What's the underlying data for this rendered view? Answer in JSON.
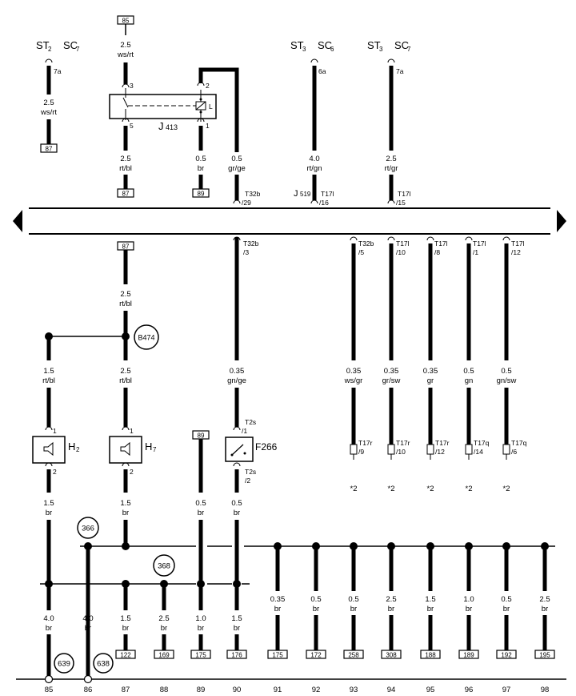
{
  "top_connectors": [
    {
      "id": "st2",
      "st_main": "ST",
      "st_sub": "2",
      "sc_main": "SC",
      "sc_sub": "7",
      "pin": "7a"
    },
    {
      "id": "st3a",
      "st_main": "ST",
      "st_sub": "3",
      "sc_main": "SC",
      "sc_sub": "6",
      "pin": "6a"
    },
    {
      "id": "st3b",
      "st_main": "ST",
      "st_sub": "3",
      "sc_main": "SC",
      "sc_sub": "7",
      "pin": "7a"
    }
  ],
  "top_refs": {
    "r85": "85",
    "r87a": "87",
    "r87b": "87",
    "r89": "89",
    "r87c": "87",
    "r89b": "89"
  },
  "relay": {
    "main": "J",
    "sub": "413",
    "pin3": "3",
    "pin2": "2",
    "pin5": "5",
    "pin1": "1"
  },
  "upper_wires": [
    {
      "id": "w1",
      "size": "2.5",
      "color": "ws/rt"
    },
    {
      "id": "w2",
      "size": "2.5",
      "color": "ws/rt"
    },
    {
      "id": "w3",
      "size": "2.5",
      "color": "rt/bl"
    },
    {
      "id": "w4",
      "size": "0.5",
      "color": "br"
    },
    {
      "id": "w5",
      "size": "0.5",
      "color": "gr/ge"
    },
    {
      "id": "w6",
      "size": "4.0",
      "color": "rt/gn"
    },
    {
      "id": "w7",
      "size": "2.5",
      "color": "rt/gr"
    }
  ],
  "j519": {
    "main": "J",
    "sub": "519"
  },
  "bus_pins_top": [
    {
      "id": "t32b29",
      "conn": "T32b",
      "pin": "/29"
    },
    {
      "id": "t17l16",
      "conn": "T17l",
      "pin": "/16"
    },
    {
      "id": "t17l15",
      "conn": "T17l",
      "pin": "/15"
    }
  ],
  "bus_pins_bottom": [
    {
      "id": "t32b3",
      "conn": "T32b",
      "pin": "/3"
    },
    {
      "id": "t32b5",
      "conn": "T32b",
      "pin": "/5"
    },
    {
      "id": "t17l10",
      "conn": "T17l",
      "pin": "/10"
    },
    {
      "id": "t17l8",
      "conn": "T17l",
      "pin": "/8"
    },
    {
      "id": "t17l1",
      "conn": "T17l",
      "pin": "/1"
    },
    {
      "id": "t17l12",
      "conn": "T17l",
      "pin": "/12"
    }
  ],
  "mid": {
    "ref87": "87",
    "wire": {
      "size": "2.5",
      "color": "rt/bl"
    },
    "b474": "B474"
  },
  "mid_wires": [
    {
      "id": "m1",
      "size": "1.5",
      "color": "rt/bl"
    },
    {
      "id": "m2",
      "size": "2.5",
      "color": "rt/bl"
    },
    {
      "id": "m3",
      "size": "0.35",
      "color": "gn/ge"
    },
    {
      "id": "m4",
      "size": "0.35",
      "color": "ws/gr"
    },
    {
      "id": "m5",
      "size": "0.35",
      "color": "gr/sw"
    },
    {
      "id": "m6",
      "size": "0.35",
      "color": "gr"
    },
    {
      "id": "m7",
      "size": "0.5",
      "color": "gn"
    },
    {
      "id": "m8",
      "size": "0.5",
      "color": "gn/sw"
    }
  ],
  "components": {
    "h2": {
      "main": "H",
      "sub": "2",
      "pin1": "1",
      "pin2": "2"
    },
    "h7": {
      "main": "H",
      "sub": "7",
      "pin1": "1",
      "pin2": "2"
    },
    "f266": {
      "label": "F266",
      "conn_top": "T2s",
      "pin_top": "/1",
      "conn_bot": "T2s",
      "pin_bot": "/2"
    },
    "ref89": "89"
  },
  "plugs": [
    {
      "id": "p1",
      "conn": "T17r",
      "pin": "/9",
      "note": "*2"
    },
    {
      "id": "p2",
      "conn": "T17r",
      "pin": "/10",
      "note": "*2"
    },
    {
      "id": "p3",
      "conn": "T17r",
      "pin": "/12",
      "note": "*2"
    },
    {
      "id": "p4",
      "conn": "T17q",
      "pin": "/14",
      "note": "*2"
    },
    {
      "id": "p5",
      "conn": "T17q",
      "pin": "/6",
      "note": "*2"
    }
  ],
  "lower_top_wires": [
    {
      "id": "lt1",
      "size": "1.5",
      "color": "br"
    },
    {
      "id": "lt2",
      "size": "1.5",
      "color": "br"
    },
    {
      "id": "lt3",
      "size": "0.5",
      "color": "br"
    },
    {
      "id": "lt4",
      "size": "0.5",
      "color": "br"
    }
  ],
  "ground_points": {
    "g366": "366",
    "g368": "368",
    "g639": "639",
    "g638": "638"
  },
  "bottom_wires": [
    {
      "id": "b85",
      "size": "4.0",
      "color": "br"
    },
    {
      "id": "b86",
      "size": "4.0",
      "color": "br"
    },
    {
      "id": "b87",
      "size": "1.5",
      "color": "br"
    },
    {
      "id": "b88",
      "size": "2.5",
      "color": "br"
    },
    {
      "id": "b89",
      "size": "1.0",
      "color": "br"
    },
    {
      "id": "b90",
      "size": "1.5",
      "color": "br"
    },
    {
      "id": "b91",
      "size": "0.35",
      "color": "br"
    },
    {
      "id": "b92",
      "size": "0.5",
      "color": "br"
    },
    {
      "id": "b93",
      "size": "0.5",
      "color": "br"
    },
    {
      "id": "b94",
      "size": "2.5",
      "color": "br"
    },
    {
      "id": "b95",
      "size": "1.5",
      "color": "br"
    },
    {
      "id": "b96",
      "size": "1.0",
      "color": "br"
    },
    {
      "id": "b97",
      "size": "0.5",
      "color": "br"
    },
    {
      "id": "b98",
      "size": "2.5",
      "color": "br"
    }
  ],
  "bottom_refs": [
    "122",
    "169",
    "175",
    "176",
    "175",
    "172",
    "258",
    "308",
    "188",
    "189",
    "192",
    "195"
  ],
  "track_numbers": [
    "85",
    "86",
    "87",
    "88",
    "89",
    "90",
    "91",
    "92",
    "93",
    "94",
    "95",
    "96",
    "97",
    "98"
  ]
}
